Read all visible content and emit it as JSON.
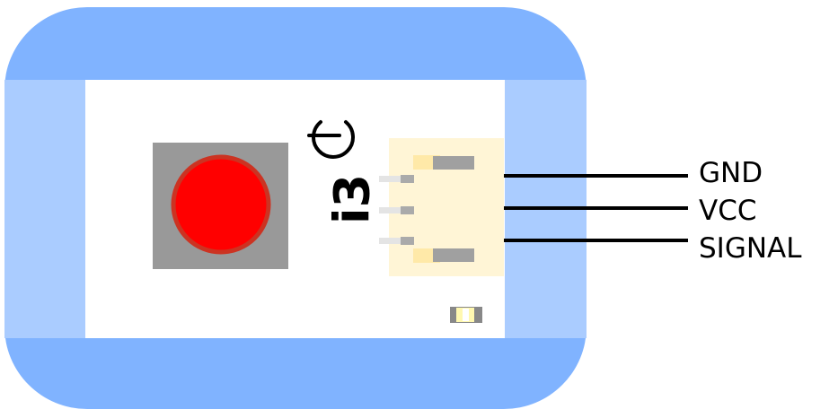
{
  "module": {
    "brand_text": "i3",
    "power_icon": "power-icon",
    "pins": [
      {
        "label": "GND"
      },
      {
        "label": "VCC"
      },
      {
        "label": "SIGNAL"
      }
    ]
  },
  "colors": {
    "frame_blue": "#80b3ff",
    "frame_light_blue": "#aaccff",
    "board_white": "#ffffff",
    "button_gray": "#999999",
    "button_red": "#ff0000",
    "button_ring": "#cc3322",
    "connector_cream": "#fff5d6",
    "connector_pad": "#ffe9a8",
    "pin_metal": "#aaaaaa",
    "wire": "#000000",
    "led_yellow": "#fff8b0"
  }
}
